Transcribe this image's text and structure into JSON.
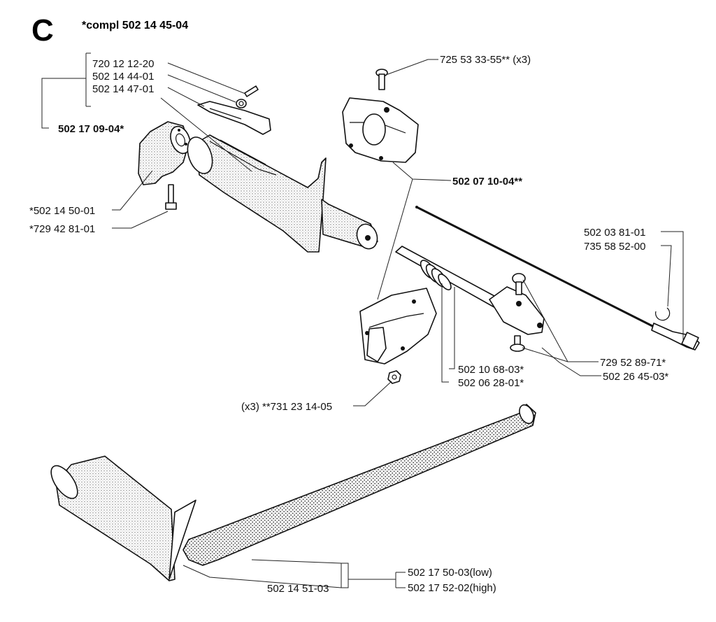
{
  "section": {
    "letter": "C",
    "title": "*compl 502 14 45-04"
  },
  "labels": {
    "l_720_12_12_20": "720 12 12-20",
    "l_502_14_44_01": "502 14 44-01",
    "l_502_14_47_01": "502 14 47-01",
    "l_502_17_09_04": "502 17 09-04*",
    "l_502_14_50_01": "*502 14 50-01",
    "l_729_42_81_01": "*729 42 81-01",
    "l_725_53_33_55": "725 53 33-55** (x3)",
    "l_502_07_10_04": "502 07 10-04**",
    "l_502_03_81_01": "502 03 81-01",
    "l_735_58_52_00": "735 58 52-00",
    "l_729_52_89_71": "729 52 89-71*",
    "l_502_26_45_03": "502 26 45-03*",
    "l_502_10_68_03": "502 10 68-03*",
    "l_502_06_28_01": "502 06 28-01*",
    "l_731_23_14_05": "(x3) **731 23 14-05",
    "l_502_14_51_03": "502 14 51-03",
    "l_502_17_50_03": "502 17 50-03(low)",
    "l_502_17_52_02": "502 17 52-02(high)"
  }
}
